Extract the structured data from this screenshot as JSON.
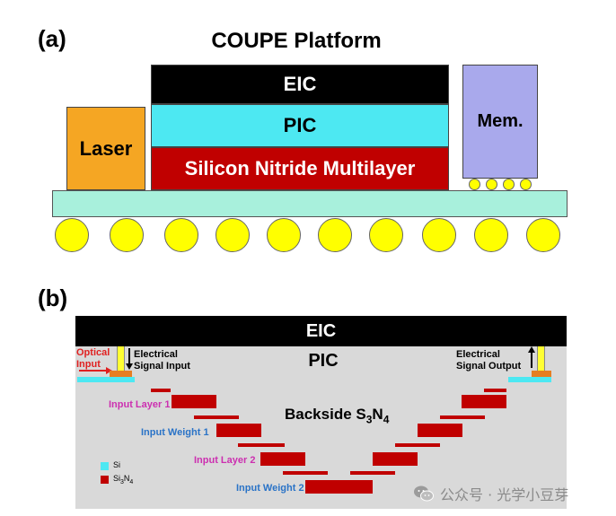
{
  "panel_a": {
    "label": "(a)",
    "title": "COUPE Platform",
    "eic": "EIC",
    "pic": "PIC",
    "sin_multilayer": "Silicon Nitride Multilayer",
    "laser": "Laser",
    "memory": "Mem."
  },
  "panel_b": {
    "label": "(b)",
    "eic": "EIC",
    "pic": "PIC",
    "optical_input": "Optical\nInput",
    "electrical_signal_input": "Electrical\nSignal Input",
    "electrical_signal_output": "Electrical\nSignal Output",
    "backside_base": "Backside S",
    "backside_sub1": "3",
    "backside_mid": "N",
    "backside_sub2": "4",
    "input_layer_1": "Input Layer 1",
    "input_weight_1": "Input Weight 1",
    "input_layer_2": "Input Layer 2",
    "input_weight_2": "Input Weight 2",
    "legend": {
      "si": "Si",
      "si3n4_base": "Si",
      "si3n4_sub1": "3",
      "si3n4_mid": "N",
      "si3n4_sub2": "4"
    }
  },
  "watermark": {
    "icon": "wechat-icon",
    "text": "公众号 · 光学小豆芽"
  },
  "colors": {
    "eic": "#000000",
    "pic": "#4de8f2",
    "sin": "#c00000",
    "laser": "#f5a623",
    "memory": "#a9a9ec",
    "substrate": "#a8f0dc",
    "solder": "#ffff00",
    "pic_body": "#d9d9d9",
    "si": "#4de8f2"
  }
}
